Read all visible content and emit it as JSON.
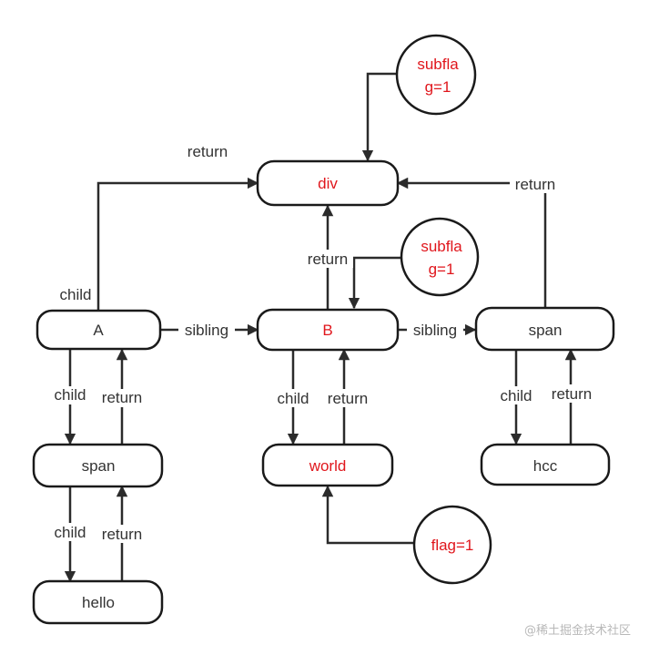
{
  "colors": {
    "highlight": "#e0161c",
    "normal": "#333333",
    "stroke": "#1a1a1a"
  },
  "nodes": {
    "div": "div",
    "A": "A",
    "B": "B",
    "span_right": "span",
    "span_left": "span",
    "world": "world",
    "hcc": "hcc",
    "hello": "hello"
  },
  "flags": {
    "top": [
      "subfla",
      "g=1"
    ],
    "mid": [
      "subfla",
      "g=1"
    ],
    "world": [
      "flag=1"
    ]
  },
  "edge_labels": {
    "return_to_div_left": "return",
    "child_A": "child",
    "return_B_div": "return",
    "return_span_div": "return",
    "sibling_A_B": "sibling",
    "sibling_B_span": "sibling",
    "child_A_span": "child",
    "return_span_A": "return",
    "child_B_world": "child",
    "return_world_B": "return",
    "child_span_hcc": "child",
    "return_hcc_span": "return",
    "child_span_hello": "child",
    "return_hello_span": "return"
  },
  "watermark": "@稀土掘金技术社区"
}
